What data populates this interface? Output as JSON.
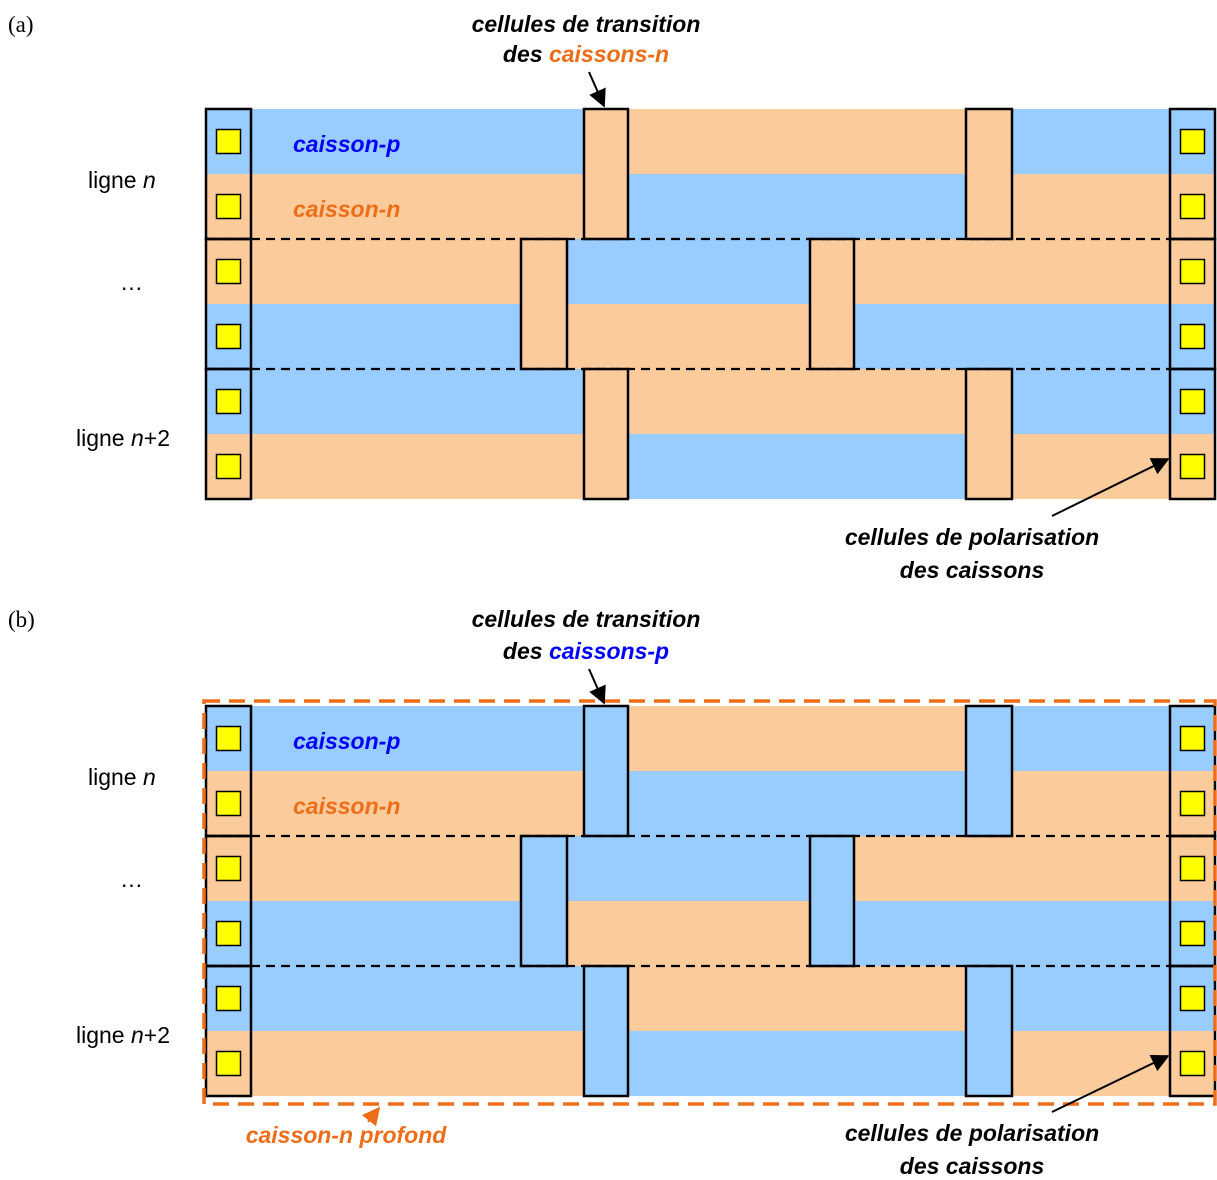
{
  "panels": [
    {
      "label": "(a)",
      "row_labels": [
        {
          "prefix": "ligne ",
          "var": "n",
          "suffix": ""
        },
        {
          "prefix": "…",
          "var": "",
          "suffix": ""
        },
        {
          "prefix": "ligne ",
          "var": "n",
          "suffix": "+2"
        }
      ],
      "well_p_label": "caisson-p",
      "well_n_label": "caisson-n",
      "transition_cells_label": {
        "line1": "cellules de transition",
        "line2_prefix": "des ",
        "line2_highlight": "caissons-n"
      },
      "tap_cells_label": {
        "line1": "cellules de polarisation",
        "line2": "des caissons"
      },
      "transition_cell_type": "n"
    },
    {
      "label": "(b)",
      "row_labels": [
        {
          "prefix": "ligne ",
          "var": "n",
          "suffix": ""
        },
        {
          "prefix": "…",
          "var": "",
          "suffix": ""
        },
        {
          "prefix": "ligne ",
          "var": "n",
          "suffix": "+2"
        }
      ],
      "well_p_label": "caisson-p",
      "well_n_label": "caisson-n",
      "transition_cells_label": {
        "line1": "cellules de transition",
        "line2_prefix": "des ",
        "line2_highlight": "caissons-p"
      },
      "tap_cells_label": {
        "line1": "cellules de polarisation",
        "line2": "des caissons"
      },
      "deep_well_label": "caisson-n profond",
      "transition_cell_type": "p"
    }
  ],
  "colors": {
    "p_well": "#99ccff",
    "n_well": "#fbcb9c",
    "tap_fill": "#ffff00",
    "p_text": "#0000ff",
    "n_text": "#ed6d19",
    "outline": "#000000",
    "deep_well_outline": "#ed6d19"
  }
}
